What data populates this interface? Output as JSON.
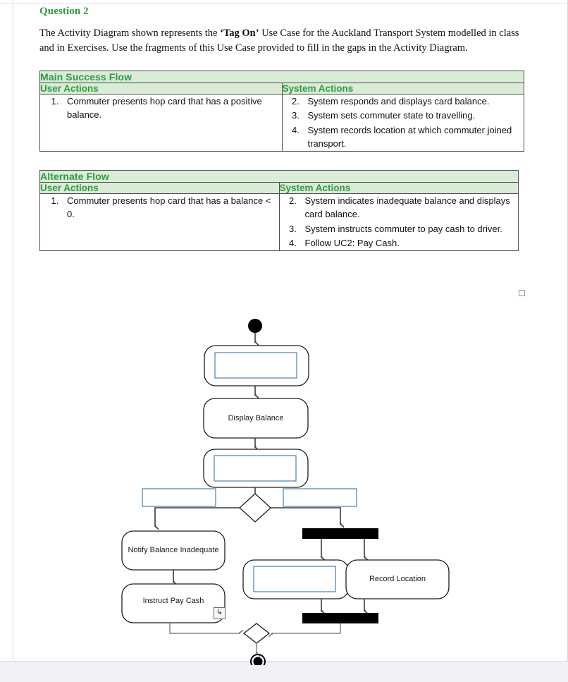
{
  "question": {
    "title": "Question 2",
    "prompt_part1": "The Activity Diagram shown represents the ",
    "prompt_bold": "‘Tag On’",
    "prompt_part2": " Use Case for the Auckland Transport System modelled in class and in Exercises. Use the fragments of this Use Case provided to fill in the gaps in the Activity Diagram."
  },
  "tables": [
    {
      "name": "main-success-flow",
      "title": "Main Success Flow",
      "headers": [
        "User Actions",
        "System Actions"
      ],
      "user_actions": [
        {
          "number": "1.",
          "text": "Commuter presents hop card that has a positive balance."
        }
      ],
      "system_actions": [
        {
          "number": "2.",
          "text": "System responds and displays card balance."
        },
        {
          "number": "3.",
          "text": "System sets commuter state to travelling."
        },
        {
          "number": "4.",
          "text": "System records location at which commuter joined transport."
        }
      ]
    },
    {
      "name": "alternate-flow",
      "title": "Alternate Flow",
      "headers": [
        "User Actions",
        "System Actions"
      ],
      "user_actions": [
        {
          "number": "1.",
          "text": "Commuter presents hop card that has a balance < 0."
        }
      ],
      "system_actions": [
        {
          "number": "2.",
          "text": "System indicates inadequate balance and displays card balance."
        },
        {
          "number": "3.",
          "text": "System instructs commuter to pay cash to driver."
        },
        {
          "number": "4.",
          "text": "Follow UC2: Pay Cash."
        }
      ]
    }
  ],
  "diagram": {
    "name": "tag-on-activity-diagram",
    "start_node": "initial-node",
    "end_node": "final-node",
    "nodes": [
      {
        "id": "node-gap-1",
        "label": "",
        "type": "activity-gap",
        "filled": false
      },
      {
        "id": "node-display-balance",
        "label": "Display Balance",
        "type": "activity",
        "filled": true
      },
      {
        "id": "node-gap-2",
        "label": "",
        "type": "activity-gap",
        "filled": false
      },
      {
        "id": "node-notify-balance-inadequate",
        "label": "Notify Balance Inadequate",
        "type": "activity",
        "filled": true
      },
      {
        "id": "node-instruct-pay-cash",
        "label": "Instruct Pay Cash",
        "type": "activity",
        "filled": true
      },
      {
        "id": "node-gap-3",
        "label": "",
        "type": "activity-gap",
        "filled": false
      },
      {
        "id": "node-record-location",
        "label": "Record Location",
        "type": "activity",
        "filled": true
      }
    ],
    "guard_gaps": [
      {
        "id": "guard-gap-left",
        "label": "",
        "side": "left"
      },
      {
        "id": "guard-gap-right",
        "label": "",
        "side": "right"
      }
    ],
    "decision_node": "decision-diamond",
    "merge_node": "merge-diamond",
    "fork_bar": "fork-bar",
    "join_bar": "join-bar"
  },
  "colors": {
    "heading_green": "#2e9c3f",
    "table_header_bg": "#d8ecd6",
    "gap_box_border": "#4a7fb0",
    "page_bg": "#f1f2f5"
  },
  "cursor": {
    "glyph": "↳",
    "name": "resize-cursor"
  }
}
